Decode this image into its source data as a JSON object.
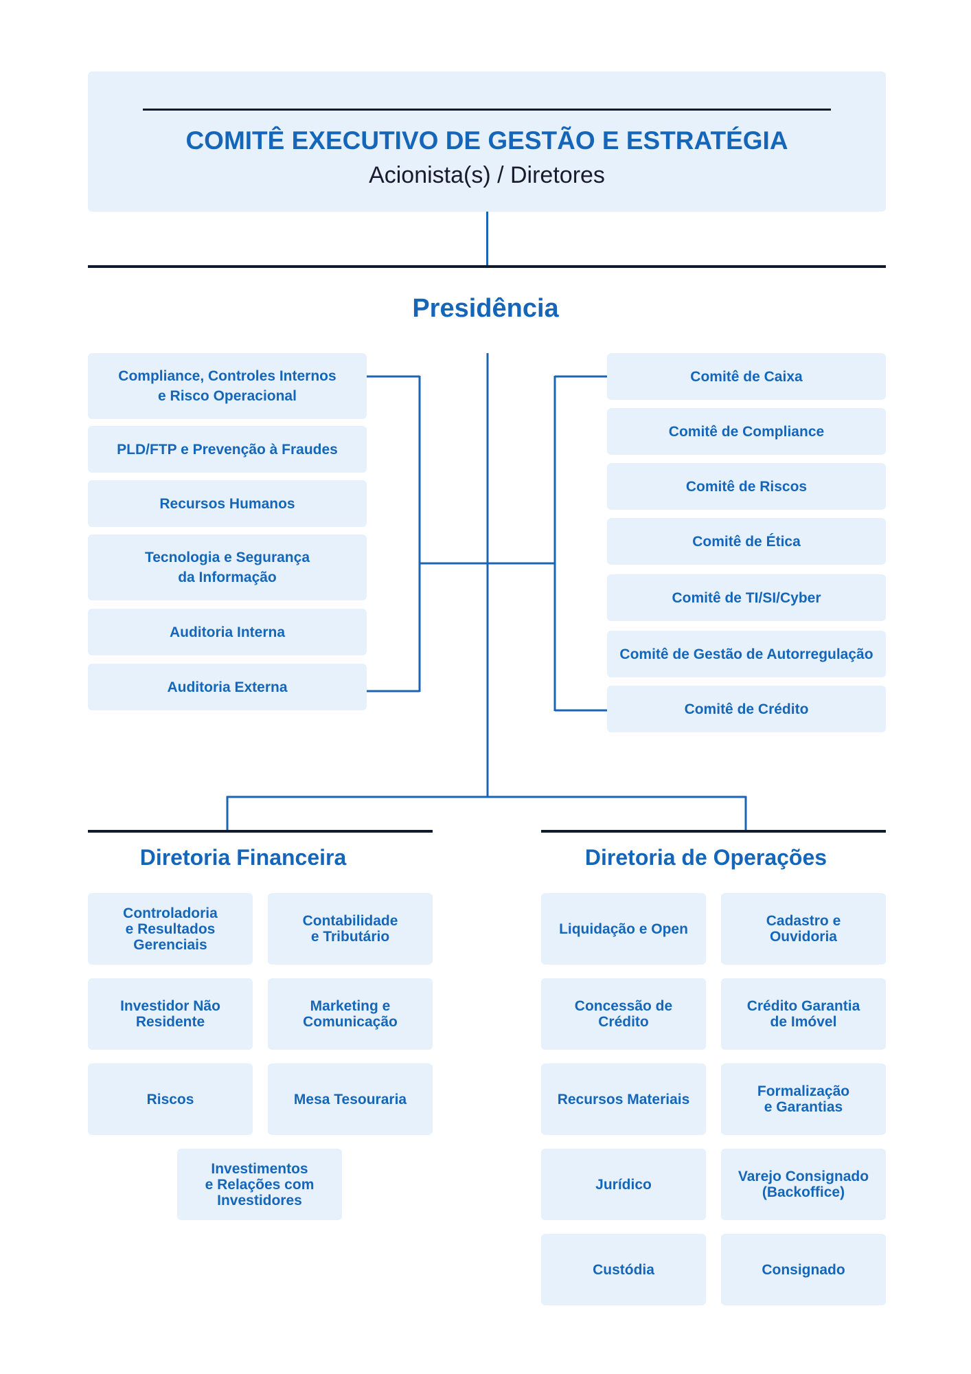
{
  "header": {
    "title": "COMITÊ EXECUTIVO DE GESTÃO E ESTRATÉGIA",
    "subtitle": "Acionista(s) / Diretores"
  },
  "presidencia": {
    "title": "Presidência",
    "left": [
      "Compliance, Controles Internos\ne Risco Operacional",
      "PLD/FTP e Prevenção à Fraudes",
      "Recursos Humanos",
      "Tecnologia e Segurança\nda Informação",
      "Auditoria Interna",
      "Auditoria Externa"
    ],
    "right": [
      "Comitê de Caixa",
      "Comitê de Compliance",
      "Comitê de Riscos",
      "Comitê de Ética",
      "Comitê de TI/SI/Cyber",
      "Comitê de Gestão de Autorregulação",
      "Comitê de Crédito"
    ]
  },
  "diretoria_financeira": {
    "title": "Diretoria Financeira",
    "items": [
      "Controladoria\ne Resultados\nGerenciais",
      "Contabilidade\ne Tributário",
      "Investidor Não\nResidente",
      "Marketing e\nComunicação",
      "Riscos",
      "Mesa Tesouraria",
      "Investimentos\ne Relações com\nInvestidores"
    ]
  },
  "diretoria_operacoes": {
    "title": "Diretoria de Operações",
    "items": [
      "Liquidação e Open",
      "Cadastro e\nOuvidoria",
      "Concessão de\nCrédito",
      "Crédito Garantia\nde Imóvel",
      "Recursos Materiais",
      "Formalização\ne Garantias",
      "Jurídico",
      "Varejo Consignado\n(Backoffice)",
      "Custódia",
      "Consignado"
    ]
  },
  "colors": {
    "box_fill": "#e6f1fc",
    "text_blue": "#1566b8",
    "connector_blue": "#1a64b4",
    "dark_rule": "#0f1b2d"
  }
}
